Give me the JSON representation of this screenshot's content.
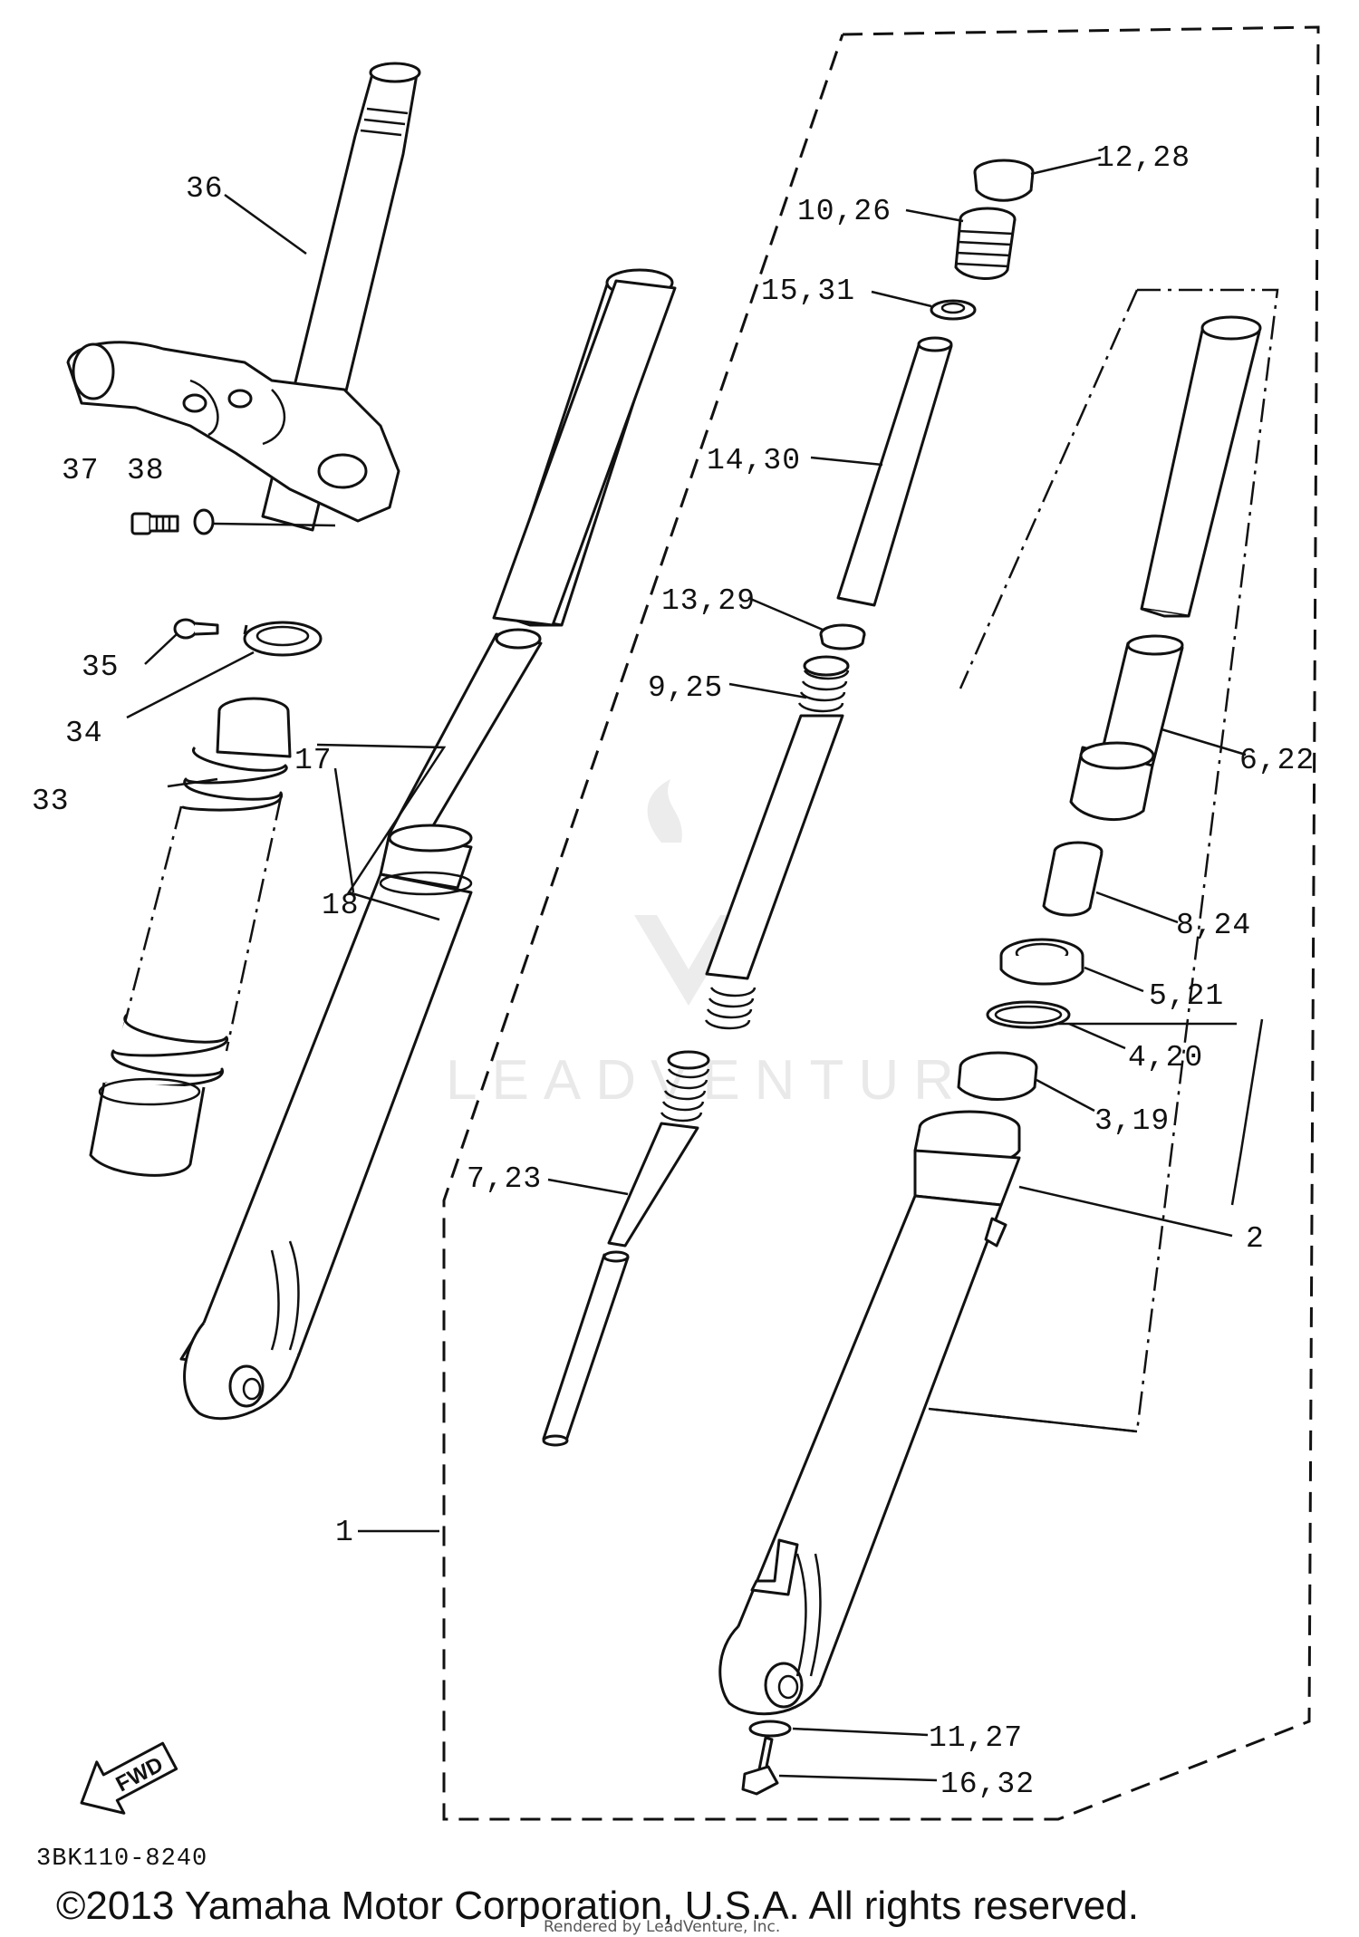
{
  "diagram_code": "3BK110-8240",
  "copyright": "©2013 Yamaha Motor Corporation, U.S.A. All rights reserved.",
  "rendered_by": "Rendered by LeadVenture, Inc.",
  "watermark": "LEADVENTURE",
  "fwd_label": "FWD",
  "callouts": {
    "c1": "1",
    "c2": "2",
    "c3_19": "3,19",
    "c4_20": "4,20",
    "c5_21": "5,21",
    "c6_22": "6,22",
    "c7_23": "7,23",
    "c8_24": "8,24",
    "c9_25": "9,25",
    "c10_26": "10,26",
    "c11_27": "11,27",
    "c12_28": "12,28",
    "c13_29": "13,29",
    "c14_30": "14,30",
    "c15_31": "15,31",
    "c16_32": "16,32",
    "c17": "17",
    "c18": "18",
    "c33": "33",
    "c34": "34",
    "c35": "35",
    "c36": "36",
    "c37": "37",
    "c38": "38"
  }
}
